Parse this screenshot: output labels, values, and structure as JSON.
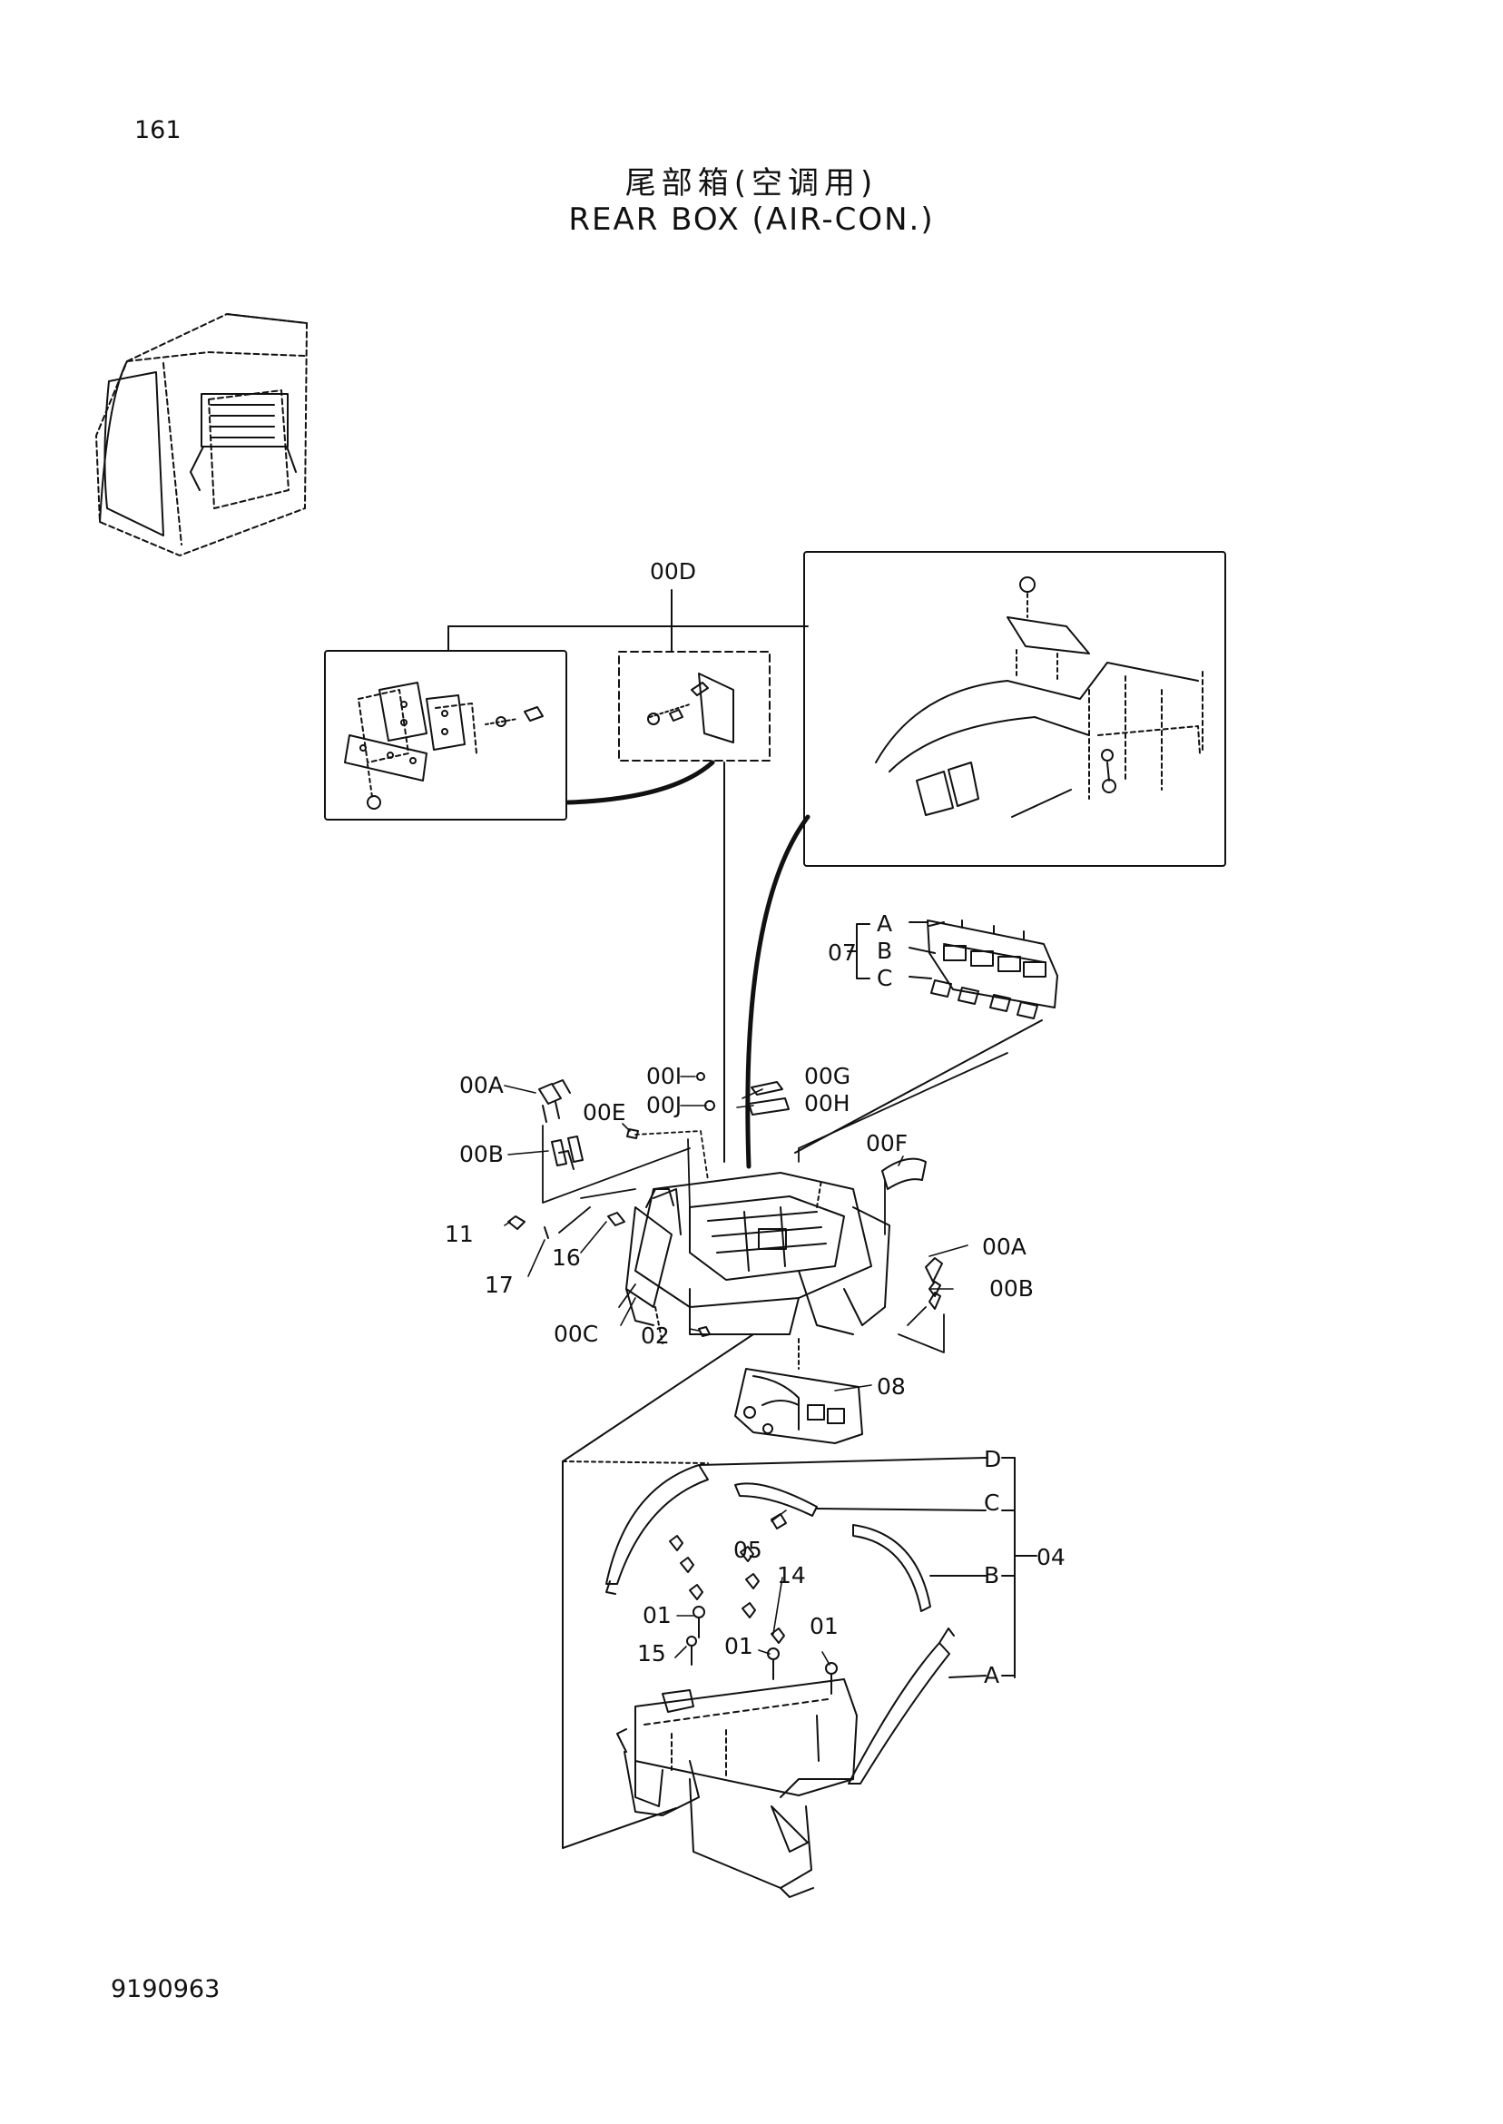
{
  "header": {
    "page_number": "161",
    "title_cn": "尾部箱(空调用)",
    "title_en": "REAR BOX (AIR-CON.)"
  },
  "footer": {
    "doc_number": "9190963"
  },
  "callouts": {
    "l00D": "00D",
    "l07": "07",
    "l07A": "A",
    "l07B": "B",
    "l07C": "C",
    "l00A_left": "00A",
    "l00B_left": "00B",
    "l00E": "00E",
    "l00I": "00I",
    "l00J": "00J",
    "l00G": "00G",
    "l00H": "00H",
    "l00F": "00F",
    "l11": "11",
    "l17": "17",
    "l16": "16",
    "l00C": "00C",
    "l02": "02",
    "l00A_right": "00A",
    "l00B_right": "00B",
    "l08": "08",
    "l04": "04",
    "l04A": "A",
    "l04B": "B",
    "l04C": "C",
    "l04D": "D",
    "l05": "05",
    "l14": "14",
    "l01_a": "01",
    "l01_b": "01",
    "l01_c": "01",
    "l15": "15"
  }
}
